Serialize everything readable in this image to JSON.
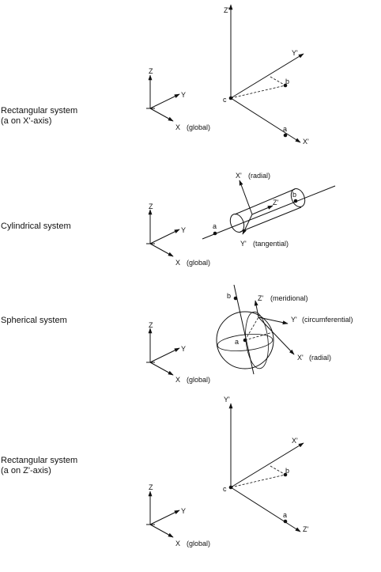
{
  "rows": [
    {
      "name": "rectangular-x",
      "title_lines": [
        "Rectangular system",
        "(a on X'-axis)"
      ],
      "global": {
        "z": "Z",
        "y": "Y",
        "x": "X",
        "x_note": "(global)"
      },
      "local": {
        "vertical": "Z'",
        "diagonal": "Y'",
        "lower": "X'",
        "origin": "c",
        "point_a": "a",
        "point_b": "b"
      }
    },
    {
      "name": "cylindrical",
      "title_lines": [
        "Cylindrical system"
      ],
      "global": {
        "z": "Z",
        "y": "Y",
        "x": "X",
        "x_note": "(global)"
      },
      "local": {
        "x_axis": "X'",
        "x_note": "(radial)",
        "z_axis": "Z'",
        "y_axis": "Y'",
        "y_note": "(tangential)",
        "point_a": "a",
        "point_b": "b"
      }
    },
    {
      "name": "spherical",
      "title_lines": [
        "Spherical system"
      ],
      "global": {
        "z": "Z",
        "y": "Y",
        "x": "X",
        "x_note": "(global)"
      },
      "local": {
        "z_axis": "Z'",
        "z_note": "(meridional)",
        "y_axis": "Y'",
        "y_note": "(circumferential)",
        "x_axis": "X'",
        "x_note": "(radial)",
        "point_a": "a",
        "point_b": "b"
      }
    },
    {
      "name": "rectangular-z",
      "title_lines": [
        "Rectangular system",
        "(a on Z'-axis)"
      ],
      "global": {
        "z": "Z",
        "y": "Y",
        "x": "X",
        "x_note": "(global)"
      },
      "local": {
        "vertical": "Y'",
        "diagonal": "X'",
        "lower": "Z'",
        "origin": "c",
        "point_a": "a",
        "point_b": "b"
      }
    }
  ]
}
